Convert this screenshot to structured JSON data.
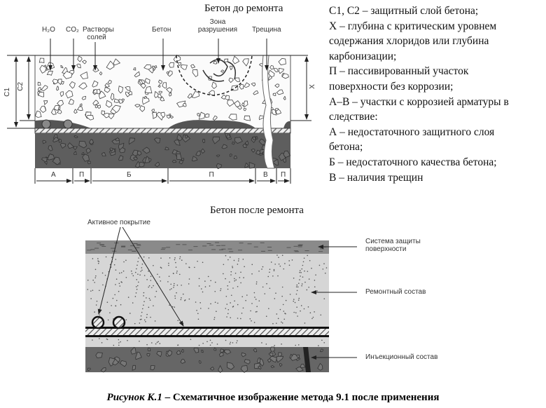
{
  "top_title": "Бетон до ремонта",
  "bottom_title": "Бетон после ремонта",
  "top_labels": {
    "h2o": "H₂O",
    "co2": "CO₂",
    "salts": "Растворы солей",
    "concrete": "Бетон",
    "zone": "Зона разрушения",
    "crack": "Трещина",
    "c1": "C1",
    "c2": "C2",
    "x": "X"
  },
  "segments": [
    "А",
    "П",
    "Б",
    "П",
    "В",
    "П"
  ],
  "legend": [
    "С1, С2 – защитный слой бетона;",
    "Х – глубина с критическим уровнем",
    "содержания хлоридов или глубина",
    "карбонизации;",
    "П – пассивированный участок",
    "поверхности без коррозии;",
    "А–В – участки с коррозией арматуры в",
    "следствие:",
    "А – недостаточного защитного слоя",
    "бетона;",
    "Б – недостаточного качества бетона;",
    "В – наличия трещин"
  ],
  "bottom_labels": {
    "active": "Активное покрытие",
    "protection": "Система защиты поверхности",
    "repair": "Ремонтный состав",
    "injection": "Инъекционный состав"
  },
  "caption": {
    "figure": "Рисунок К.1",
    "text": " – Схематичное изображение метода 9.1 после применения"
  }
}
